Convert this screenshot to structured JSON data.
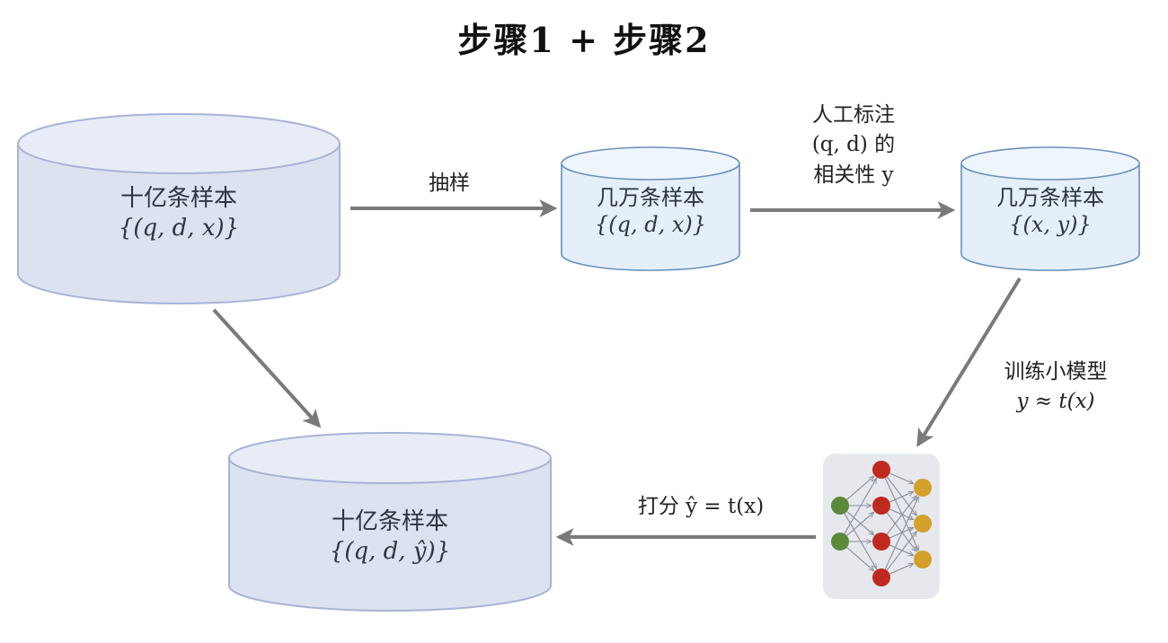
{
  "title": "步骤1 + 步骤2",
  "colors": {
    "db_fill_large": "#dde2f1",
    "db_top_large": "#e8ecf6",
    "db_stroke_large": "#a8b3d6",
    "db_fill_small": "#e4effa",
    "db_top_small": "#eef5fc",
    "db_stroke_small": "#6a90bb",
    "arrow": "#7a7a7a",
    "nn_bg": "#e6e8ee",
    "nn_input": "#5b8a3a",
    "nn_hidden": "#c0291f",
    "nn_output": "#d4a02a",
    "nn_edge": "#8a8f9a"
  },
  "nodes": {
    "billion_samples": {
      "title": "十亿条样本",
      "formula": "{(q, d, x)}"
    },
    "sampled_samples": {
      "title": "几万条样本",
      "formula": "{(q, d, x)}"
    },
    "labeled_samples": {
      "title": "几万条样本",
      "formula": "{(x, y)}"
    },
    "scored_samples": {
      "title": "十亿条样本",
      "formula": "{(q, d, ŷ)}"
    },
    "small_model": {
      "icon": "neural-network-icon",
      "layers": [
        2,
        4,
        3
      ]
    }
  },
  "edges": {
    "sampling": {
      "label": "抽样"
    },
    "annotation": {
      "line1": "人工标注",
      "line2": "(q, d) 的",
      "line3": "相关性 y"
    },
    "training": {
      "line1": "训练小模型",
      "line2": "y ≈ t(x)"
    },
    "scoring": {
      "label": "打分 ŷ = t(x)"
    }
  }
}
